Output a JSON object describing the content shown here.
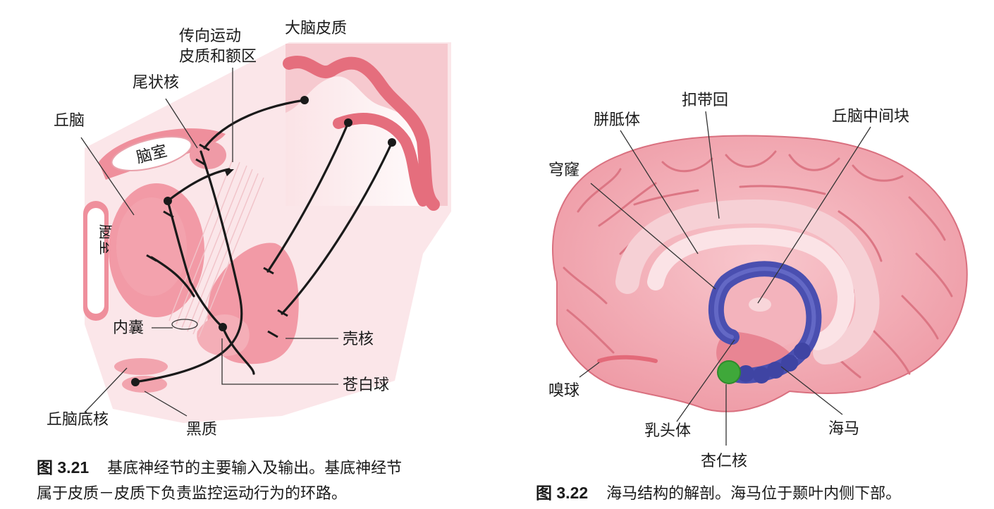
{
  "figure_left": {
    "labels": {
      "motor_cortex_line1": "传向运动",
      "motor_cortex_line2": "皮质和额区",
      "cerebral_cortex": "大脑皮质",
      "caudate": "尾状核",
      "thalamus": "丘脑",
      "ventricle_top": "脑室",
      "ventricle_side": "脑室",
      "internal_capsule": "内囊",
      "putamen": "壳核",
      "globus_pallidus": "苍白球",
      "subthalamic": "丘脑底核",
      "substantia_nigra": "黑质"
    },
    "caption": {
      "number": "图 3.21",
      "line1": "基底神经节的主要输入及输出。基底神经节",
      "line2": "属于皮质－皮质下负责监控运动行为的环路。"
    }
  },
  "figure_right": {
    "labels": {
      "cingulate": "扣带回",
      "corpus_callosum": "胼胝体",
      "interthalamic": "丘脑中间块",
      "fornix": "穹窿",
      "olfactory_bulb": "嗅球",
      "mammillary": "乳头体",
      "hippocampus": "海马",
      "amygdala": "杏仁核"
    },
    "caption": {
      "number": "图 3.22",
      "text": "海马结构的解剖。海马位于颞叶内侧下部。"
    }
  },
  "colors": {
    "pink_light": "#f7c9cf",
    "pink_mid": "#ef8f9c",
    "pink_dark": "#e3606f",
    "hippocampus_blue": "#4a4fb0",
    "amygdala_green": "#3fa83a"
  }
}
